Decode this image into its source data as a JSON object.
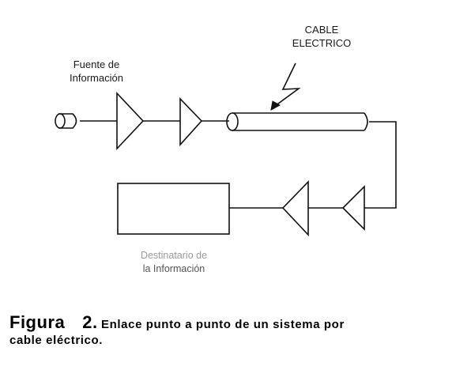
{
  "source": {
    "line1": "Fuente de",
    "line2": "Información"
  },
  "cable": {
    "line1": "CABLE",
    "line2": "ELECTRICO"
  },
  "destination": {
    "line1": "Destinatario de",
    "line2": "la Información"
  },
  "caption": {
    "figure": "Figura",
    "number": "2.",
    "text_line1": "Enlace punto a punto de un sistema por",
    "text_line2": "cable eléctrico."
  }
}
